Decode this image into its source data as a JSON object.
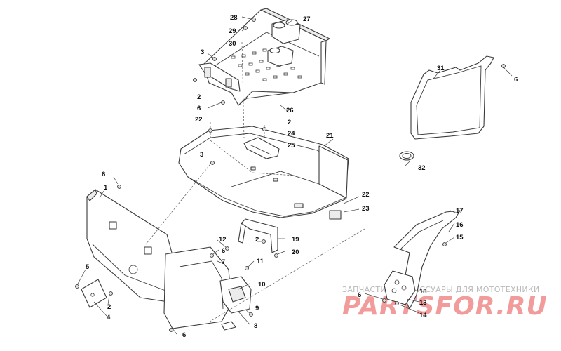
{
  "callouts": {
    "c1": "1",
    "c2a": "2",
    "c2b": "2",
    "c2c": "2",
    "c2d": "2",
    "c3a": "3",
    "c3b": "3",
    "c4": "4",
    "c5": "5",
    "c6a": "6",
    "c6b": "6",
    "c6c": "6",
    "c6d": "6",
    "c6e": "6",
    "c6f": "6",
    "c7": "7",
    "c8": "8",
    "c9": "9",
    "c10": "10",
    "c11": "11",
    "c12": "12",
    "c13": "13",
    "c14": "14",
    "c15": "15",
    "c16": "16",
    "c17": "17",
    "c18": "18",
    "c19": "19",
    "c20": "20",
    "c21": "21",
    "c22a": "22",
    "c22b": "22",
    "c23": "23",
    "c24": "24",
    "c25": "25",
    "c26": "26",
    "c27": "27",
    "c28": "28",
    "c29": "29",
    "c30": "30",
    "c31": "31",
    "c32": "32"
  },
  "watermark": {
    "tagline": "ЗАПЧАСТИ И АКСЕССУАРЫ ДЛЯ МОТОТЕХНИКИ",
    "brand": "PARTSFOR.RU"
  }
}
